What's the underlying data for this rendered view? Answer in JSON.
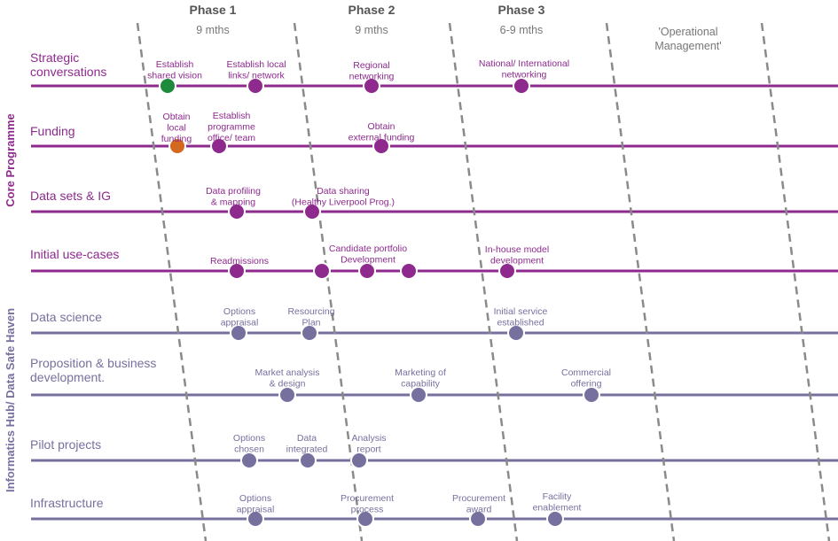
{
  "colors": {
    "core": "#8E2A8E",
    "hub": "#76709E",
    "hub_line": "#76709E",
    "dashed": "#8A8A8A",
    "green": "#1E8A3C",
    "orange": "#D2691E"
  },
  "phases": [
    {
      "title": "Phase 1",
      "sub": "9 mths"
    },
    {
      "title": "Phase 2",
      "sub": "9 mths"
    },
    {
      "title": "Phase 3",
      "sub": "6-9 mths"
    },
    {
      "title": "",
      "sub": "'Operational\nManagement'"
    }
  ],
  "sections": [
    {
      "label": "Core Programme",
      "group": "core"
    },
    {
      "label": "Informatics Hub/ Data Safe Haven",
      "group": "hub"
    }
  ],
  "rows": [
    {
      "label": "Strategic\nconversations",
      "group": "core",
      "milestones": [
        {
          "label": "Establish\nshared vision",
          "status": "green"
        },
        {
          "label": "Establish local\nlinks/ network"
        },
        {
          "label": "Regional\nnetworking"
        },
        {
          "label": "National/ International\nnetworking"
        }
      ]
    },
    {
      "label": "Funding",
      "group": "core",
      "milestones": [
        {
          "label": "Obtain\nlocal\nfunding",
          "status": "orange"
        },
        {
          "label": "Establish\nprogramme\noffice/ team"
        },
        {
          "label": "Obtain\nexternal funding"
        }
      ]
    },
    {
      "label": "Data sets & IG",
      "group": "core",
      "milestones": [
        {
          "label": "Data profiling\n& mapping"
        },
        {
          "label": "Data sharing\n(Healthy Liverpool Prog.)"
        }
      ]
    },
    {
      "label": "Initial use-cases",
      "group": "core",
      "milestones": [
        {
          "label": "Readmissions"
        },
        {
          "label": ""
        },
        {
          "label": "Candidate  portfolio\nDevelopment"
        },
        {
          "label": ""
        },
        {
          "label": "In-house  model\ndevelopment"
        }
      ]
    },
    {
      "label": "Data science",
      "group": "hub",
      "milestones": [
        {
          "label": "Options\nappraisal"
        },
        {
          "label": "Resourcing\nPlan"
        },
        {
          "label": "Initial service\nestablished"
        }
      ]
    },
    {
      "label": "Proposition & business\ndevelopment.",
      "group": "hub",
      "milestones": [
        {
          "label": "Market analysis\n& design"
        },
        {
          "label": "Marketing  of\ncapability"
        },
        {
          "label": "Commercial\noffering"
        }
      ]
    },
    {
      "label": "Pilot projects",
      "group": "hub",
      "milestones": [
        {
          "label": "Options\nchosen"
        },
        {
          "label": "Data\nintegrated"
        },
        {
          "label": "Analysis\nreport"
        }
      ]
    },
    {
      "label": "Infrastructure",
      "group": "hub",
      "milestones": [
        {
          "label": "Options\nappraisal"
        },
        {
          "label": "Procurement\nprocess"
        },
        {
          "label": "Procurement\naward"
        },
        {
          "label": "Facility\nenablement"
        }
      ]
    }
  ]
}
